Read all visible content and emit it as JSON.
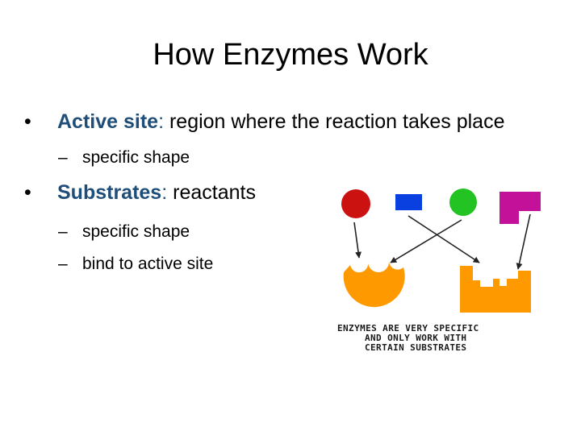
{
  "slide": {
    "title": "How Enzymes Work",
    "bullets": [
      {
        "marker": "•",
        "term": "Active site",
        "colon": ":",
        "text": " region where the reaction takes place",
        "subs": [
          {
            "marker": "–",
            "text": "specific shape"
          }
        ]
      },
      {
        "marker": "•",
        "term": "Substrates",
        "colon": ":",
        "text": " reactants",
        "subs": [
          {
            "marker": "–",
            "text": "specific shape"
          },
          {
            "marker": "–",
            "text": "bind to active site"
          }
        ]
      }
    ]
  },
  "figure": {
    "caption_lines": [
      "ENZYMES ARE VERY SPECIFIC",
      "AND ONLY WORK WITH",
      "CERTAIN SUBSTRATES"
    ],
    "colors": {
      "red": "#CC1111",
      "blue": "#0A3FE0",
      "green": "#22C322",
      "magenta": "#C4119A",
      "orange": "#FF9900",
      "arrow": "#222222",
      "term": "#1F4E79"
    },
    "icons": [
      "red-circle-substrate",
      "blue-square-substrate",
      "green-circle-substrate",
      "magenta-hook-substrate",
      "orange-round-enzyme",
      "orange-notched-enzyme"
    ]
  }
}
